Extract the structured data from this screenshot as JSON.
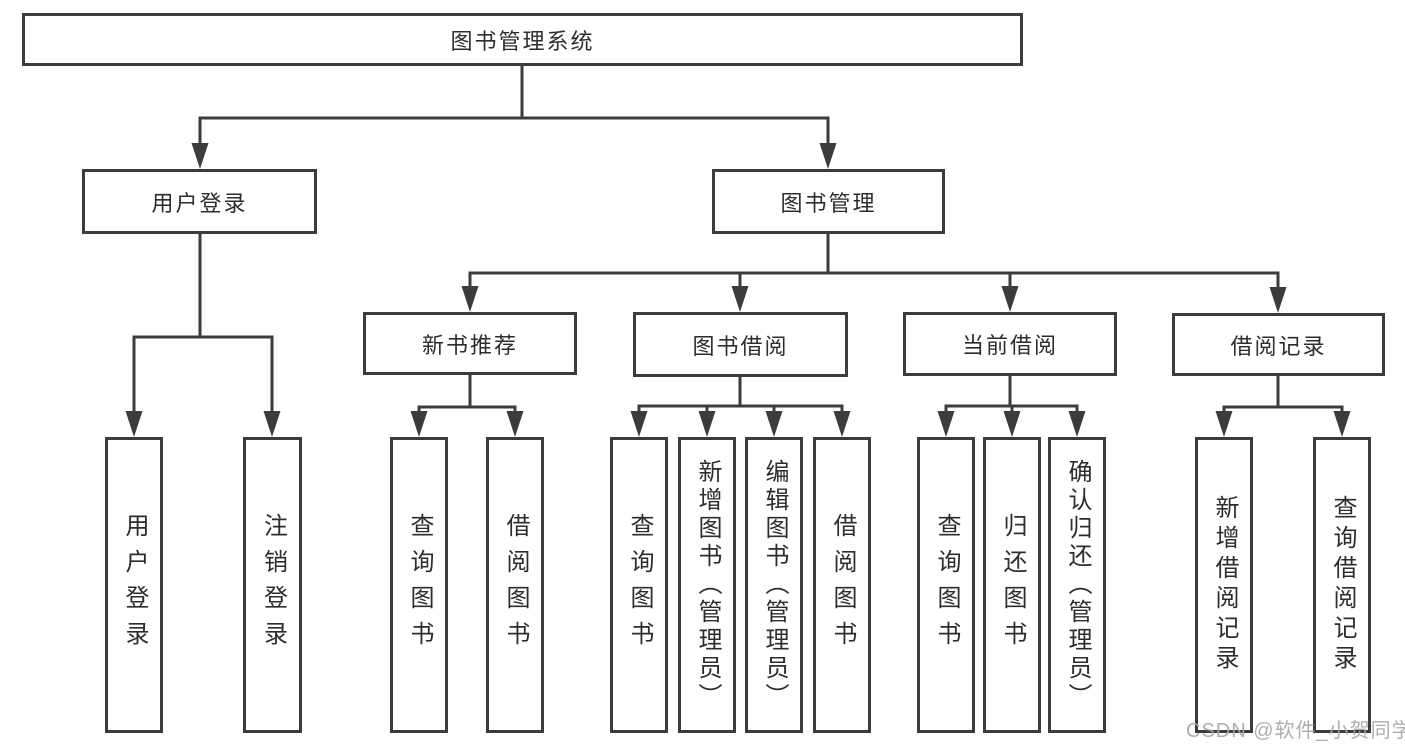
{
  "diagram": {
    "title": "图书管理系统",
    "type": "hierarchy-tree"
  },
  "nodes": {
    "root": {
      "label": "图书管理系统"
    },
    "user_login": {
      "label": "用户登录"
    },
    "book_mgmt": {
      "label": "图书管理"
    },
    "new_book_rec": {
      "label": "新书推荐"
    },
    "book_borrow": {
      "label": "图书借阅"
    },
    "current_borrow": {
      "label": "当前借阅"
    },
    "borrow_records": {
      "label": "借阅记录"
    },
    "login": {
      "label": "用户登录"
    },
    "logout": {
      "label": "注销登录"
    },
    "rec_query": {
      "label": "查询图书"
    },
    "rec_borrow": {
      "label": "借阅图书"
    },
    "bb_query": {
      "label": "查询图书"
    },
    "bb_add": {
      "label": "新增图书（管理员）"
    },
    "bb_edit": {
      "label": "编辑图书（管理员）"
    },
    "bb_borrow": {
      "label": "借阅图书"
    },
    "cb_query": {
      "label": "查询图书"
    },
    "cb_return": {
      "label": "归还图书"
    },
    "cb_confirm": {
      "label": "确认归还（管理员）"
    },
    "br_add": {
      "label": "新增借阅记录"
    },
    "br_query": {
      "label": "查询借阅记录"
    }
  },
  "hierarchy": {
    "图书管理系统": {
      "用户登录": [
        "用户登录",
        "注销登录"
      ],
      "图书管理": {
        "新书推荐": [
          "查询图书",
          "借阅图书"
        ],
        "图书借阅": [
          "查询图书",
          "新增图书（管理员）",
          "编辑图书（管理员）",
          "借阅图书"
        ],
        "当前借阅": [
          "查询图书",
          "归还图书",
          "确认归还（管理员）"
        ],
        "借阅记录": [
          "新增借阅记录",
          "查询借阅记录"
        ]
      }
    }
  },
  "watermark": {
    "text": "CSDN @软件_小贺同学"
  },
  "colors": {
    "background": "#ffffff",
    "line": "#3c3c3c",
    "box_border": "#3c3c3c",
    "box_fill": "#ffffff",
    "text": "#2d2d2d",
    "watermark": "#a8a8ac"
  }
}
